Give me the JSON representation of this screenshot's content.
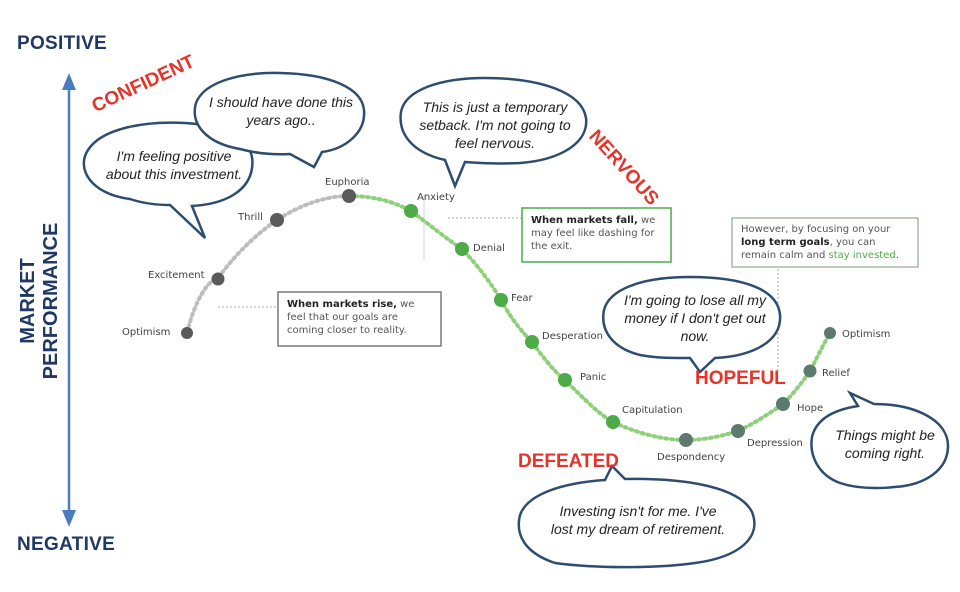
{
  "axis": {
    "top": "POSITIVE",
    "bottom": "NEGATIVE",
    "label": "MARKET PERFORMANCE",
    "color": "#1f3864"
  },
  "emotions": {
    "confident": "CONFIDENT",
    "nervous": "NERVOUS",
    "defeated": "DEFEATED",
    "hopeful": "HOPEFUL",
    "color": "#e8322a"
  },
  "stages": [
    {
      "label": "Optimism"
    },
    {
      "label": "Excitement"
    },
    {
      "label": "Thrill"
    },
    {
      "label": "Euphoria"
    },
    {
      "label": "Anxiety"
    },
    {
      "label": "Denial"
    },
    {
      "label": "Fear"
    },
    {
      "label": "Desperation"
    },
    {
      "label": "Panic"
    },
    {
      "label": "Capitulation"
    },
    {
      "label": "Despondency"
    },
    {
      "label": "Depression"
    },
    {
      "label": "Hope"
    },
    {
      "label": "Relief"
    },
    {
      "label": "Optimism"
    }
  ],
  "bubbles": {
    "positive": "I'm feeling positive about this investment.",
    "should_have": "I should have done this years ago..",
    "temporary": "This is just a temporary setback.  I'm not going to feel nervous.",
    "lose_all": "I'm going to lose all my money if I don't get out now.",
    "not_for_me": "Investing isn't for me. I've lost my dream of retirement.",
    "coming_right": "Things might be coming right."
  },
  "boxes": {
    "rise": {
      "title": "When markets rise,",
      "text": "we feel that our goals are coming closer to reality."
    },
    "fall": {
      "title": "When markets fall,",
      "text": "we may feel like dashing for the exit."
    },
    "goals": {
      "pre": "However, by focusing on your",
      "bold": "long term goals",
      "mid": ", you can remain calm and",
      "green": "stay invested",
      "end": "."
    }
  },
  "colors": {
    "gray_dot": "#5a5a5a",
    "green_dot": "#4cab47",
    "teal_dot": "#5d7a70",
    "bubble_border": "#2e4d6e"
  }
}
